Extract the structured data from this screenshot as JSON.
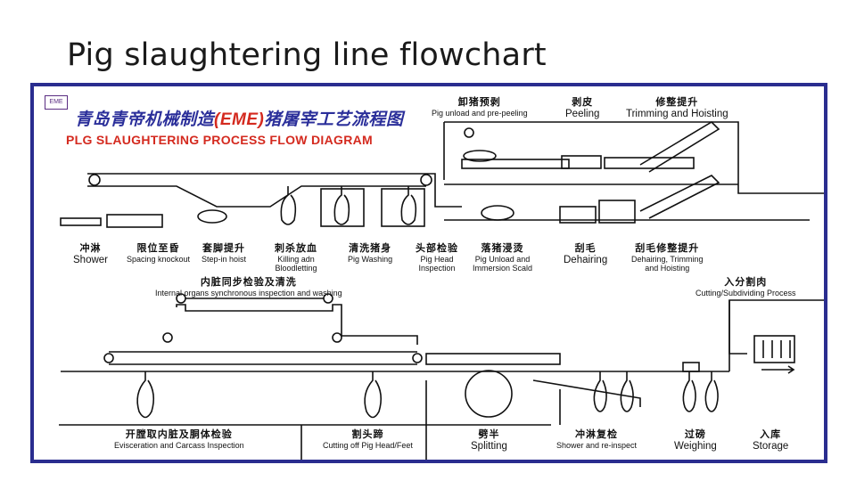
{
  "slide": {
    "title": "Pig slaughtering line flowchart"
  },
  "diagram": {
    "logo_text": "EME",
    "title_cn_prefix": "青岛青帝机械制造",
    "title_cn_brand": "(EME)",
    "title_cn_suffix": "猪屠宰工艺流程图",
    "title_en": "PLG SLAUGHTERING PROCESS FLOW DIAGRAM",
    "steps": [
      {
        "cn": "冲淋",
        "en": "Shower"
      },
      {
        "cn": "限位至昏",
        "en": "Spacing knockout"
      },
      {
        "cn": "套脚提升",
        "en": "Step-in hoist"
      },
      {
        "cn": "刺杀放血",
        "en": "Killing adn",
        "en2": "Bloodletting"
      },
      {
        "cn": "清洗猪身",
        "en": "Pig Washing"
      },
      {
        "cn": "头部检验",
        "en": "Pig  Head",
        "en2": "Inspection"
      },
      {
        "cn": "落猪浸烫",
        "en": "Pig  Unload and",
        "en2": "Immersion Scald"
      },
      {
        "cn": "刮毛",
        "en": "Dehairing"
      },
      {
        "cn": "刮毛修整提升",
        "en": "Dehairing, Trimming",
        "en2": "and Hoisting"
      },
      {
        "cn": "卸猪预剥",
        "en": "Pig unload and pre-peeling"
      },
      {
        "cn": "剥皮",
        "en": "Peeling"
      },
      {
        "cn": "修整提升",
        "en": "Trimming and Hoisting"
      },
      {
        "cn": "入分割肉",
        "en": "Cutting/Subdividing  Process"
      },
      {
        "cn": "内脏同步检验及清洗",
        "en": "Internal organs synchronous inspection and washing"
      },
      {
        "cn": "开膛取内脏及胴体检验",
        "en": "Evisceration and Carcass Inspection"
      },
      {
        "cn": "割头蹄",
        "en": "Cutting off Pig Head/Feet"
      },
      {
        "cn": "劈半",
        "en": "Splitting"
      },
      {
        "cn": "冲淋复检",
        "en": "Shower and re-inspect"
      },
      {
        "cn": "过磅",
        "en": "Weighing"
      },
      {
        "cn": "入库",
        "en": "Storage"
      }
    ]
  }
}
